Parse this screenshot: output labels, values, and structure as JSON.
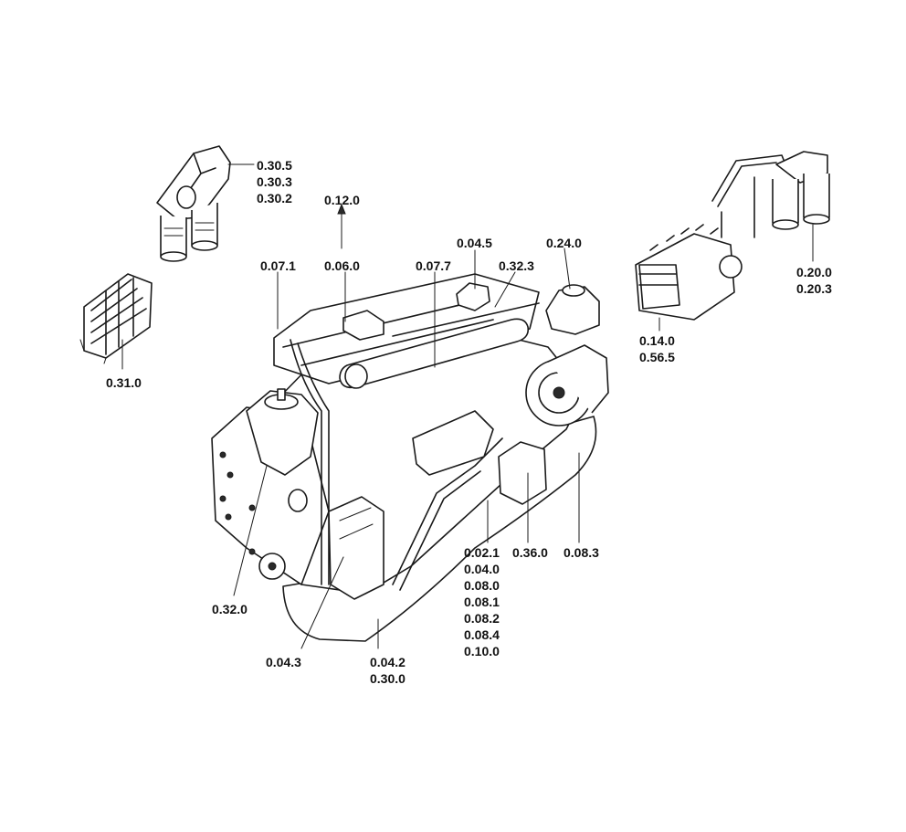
{
  "callouts": [
    {
      "id": "c1",
      "lines": [
        "0.30.5",
        "0.30.3",
        "0.30.2"
      ]
    },
    {
      "id": "c2",
      "lines": [
        "0.12.0"
      ]
    },
    {
      "id": "c3",
      "lines": [
        "0.04.5"
      ]
    },
    {
      "id": "c4",
      "lines": [
        "0.24.0"
      ]
    },
    {
      "id": "c5",
      "lines": [
        "0.07.1"
      ]
    },
    {
      "id": "c6",
      "lines": [
        "0.06.0"
      ]
    },
    {
      "id": "c7",
      "lines": [
        "0.07.7"
      ]
    },
    {
      "id": "c8",
      "lines": [
        "0.32.3"
      ]
    },
    {
      "id": "c9",
      "lines": [
        "0.31.0"
      ]
    },
    {
      "id": "c10",
      "lines": [
        "0.20.0",
        "0.20.3"
      ]
    },
    {
      "id": "c11",
      "lines": [
        "0.14.0",
        "0.56.5"
      ]
    },
    {
      "id": "c12",
      "lines": [
        "0.02.1",
        "0.04.0",
        "0.08.0",
        "0.08.1",
        "0.08.2",
        "0.08.4",
        "0.10.0"
      ]
    },
    {
      "id": "c13",
      "lines": [
        "0.36.0"
      ]
    },
    {
      "id": "c14",
      "lines": [
        "0.08.3"
      ]
    },
    {
      "id": "c15",
      "lines": [
        "0.32.0"
      ]
    },
    {
      "id": "c16",
      "lines": [
        "0.04.3"
      ]
    },
    {
      "id": "c17",
      "lines": [
        "0.04.2",
        "0.30.0"
      ]
    }
  ]
}
